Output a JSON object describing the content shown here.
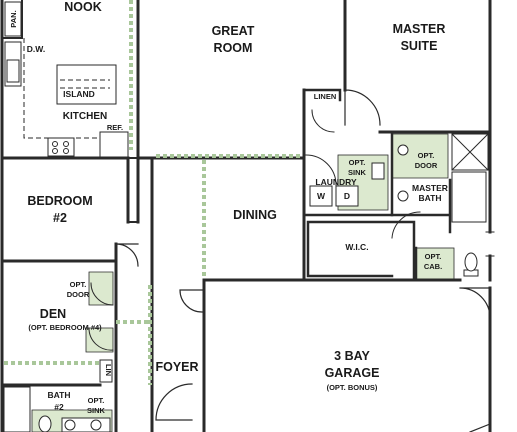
{
  "rooms": {
    "nook": "NOOK",
    "great_room_1": "GREAT",
    "great_room_2": "ROOM",
    "master_suite_1": "MASTER",
    "master_suite_2": "SUITE",
    "kitchen": "KITCHEN",
    "island": "ISLAND",
    "bedroom_1": "BEDROOM",
    "bedroom_2": "#2",
    "dining": "DINING",
    "den": "DEN",
    "den_option": "(OPT. BEDROOM #4)",
    "foyer": "FOYER",
    "garage_1": "3 BAY",
    "garage_2": "GARAGE",
    "garage_option": "(OPT. BONUS)",
    "laundry": "LAUNDRY",
    "wic": "W.I.C.",
    "master_bath_1": "MASTER",
    "master_bath_2": "BATH",
    "bath2_1": "BATH",
    "bath2_2": "#2",
    "linen": "LINEN",
    "linen_hall": "LIN"
  },
  "fixtures": {
    "pantry": "PAN.",
    "dishwasher": "D.W.",
    "refrigerator": "REF.",
    "washer": "W",
    "dryer": "D",
    "opt_sink_laundry_1": "OPT.",
    "opt_sink_laundry_2": "SINK",
    "opt_door_bath_1": "OPT.",
    "opt_door_bath_2": "DOOR",
    "opt_cab_1": "OPT.",
    "opt_cab_2": "CAB.",
    "opt_door_den_1": "OPT.",
    "opt_door_den_2": "DOOR",
    "opt_sink_bath2_1": "OPT.",
    "opt_sink_bath2_2": "SINK"
  }
}
